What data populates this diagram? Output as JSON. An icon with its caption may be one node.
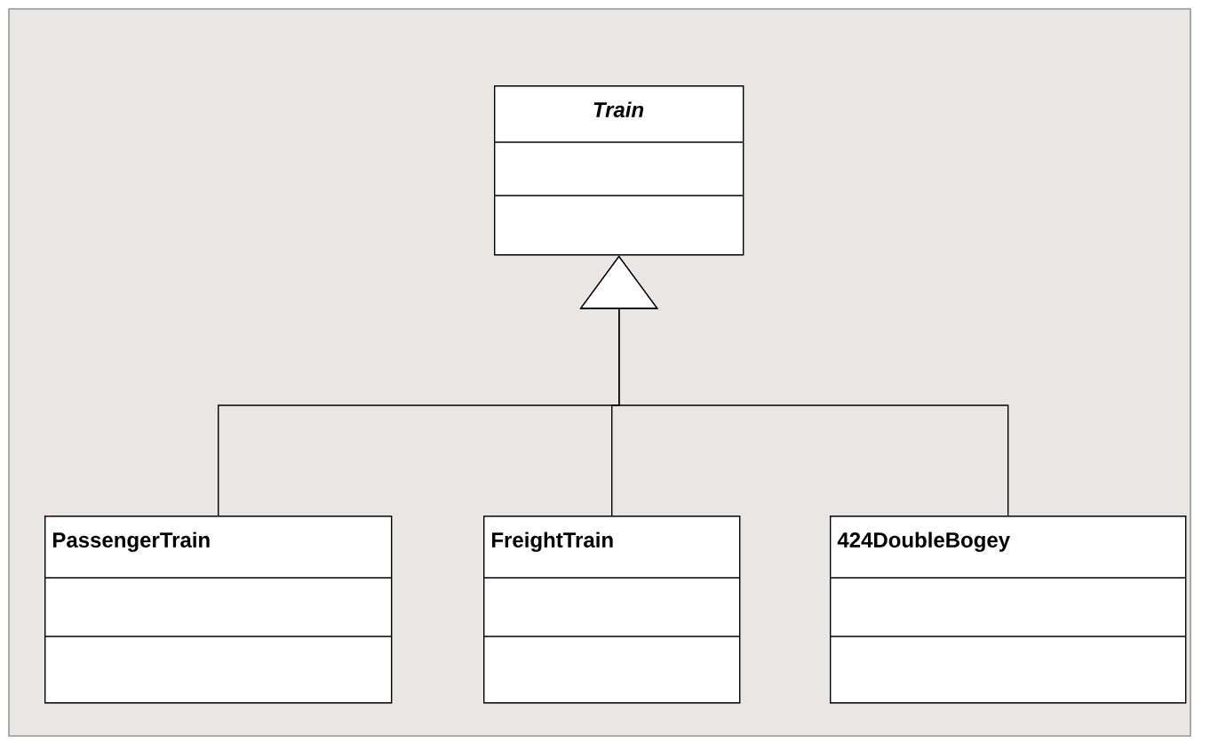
{
  "diagram": {
    "nodes": [
      {
        "text": [
          "Train"
        ]
      },
      {
        "text": [
          "PassengerTrain"
        ]
      },
      {
        "text": [
          "FreightTrain"
        ]
      },
      {
        "text": [
          "424DoubleBogey"
        ]
      }
    ],
    "edges": [
      {
        "from": 1,
        "to": 0,
        "arrow": "to"
      },
      {
        "from": 2,
        "to": 0,
        "arrow": "to"
      },
      {
        "from": 3,
        "to": 0,
        "arrow": "to"
      }
    ]
  }
}
